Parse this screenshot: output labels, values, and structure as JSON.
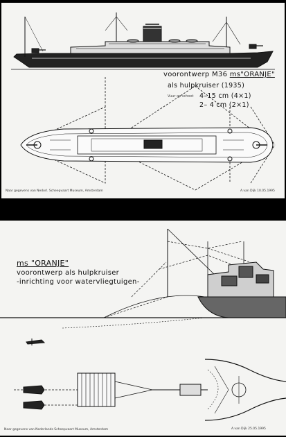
{
  "top_sheet": {
    "title_prefix": "voorontwerp M36",
    "title_ship": "ms\"ORANJE\"",
    "title_line2": "als  hulpkruiser (1935)",
    "gun_label": "Vuur op schoot",
    "gun_line1": "4–15 cm (4×1)",
    "gun_line2": "2– 4 cm (2×1)",
    "credit": "Naar gegevens van Nedorl. Scheepvaart Museum, Amsterdam",
    "signature": "A.van Dijk  10.05.1995"
  },
  "bottom_sheet": {
    "title_line1": "ms \"ORANJE\"",
    "title_line2": "voorontwerp als hulpkruiser",
    "title_line3": "-inrichting voor watervliegtuigen-",
    "credit": "Naar gegevens van Nederlands Scheepvaart Museum, Amsterdam",
    "signature": "A.van Dijk  25.05.1995"
  },
  "colors": {
    "paper": "#f4f4f2",
    "ink": "#111111",
    "background": "#000000"
  }
}
